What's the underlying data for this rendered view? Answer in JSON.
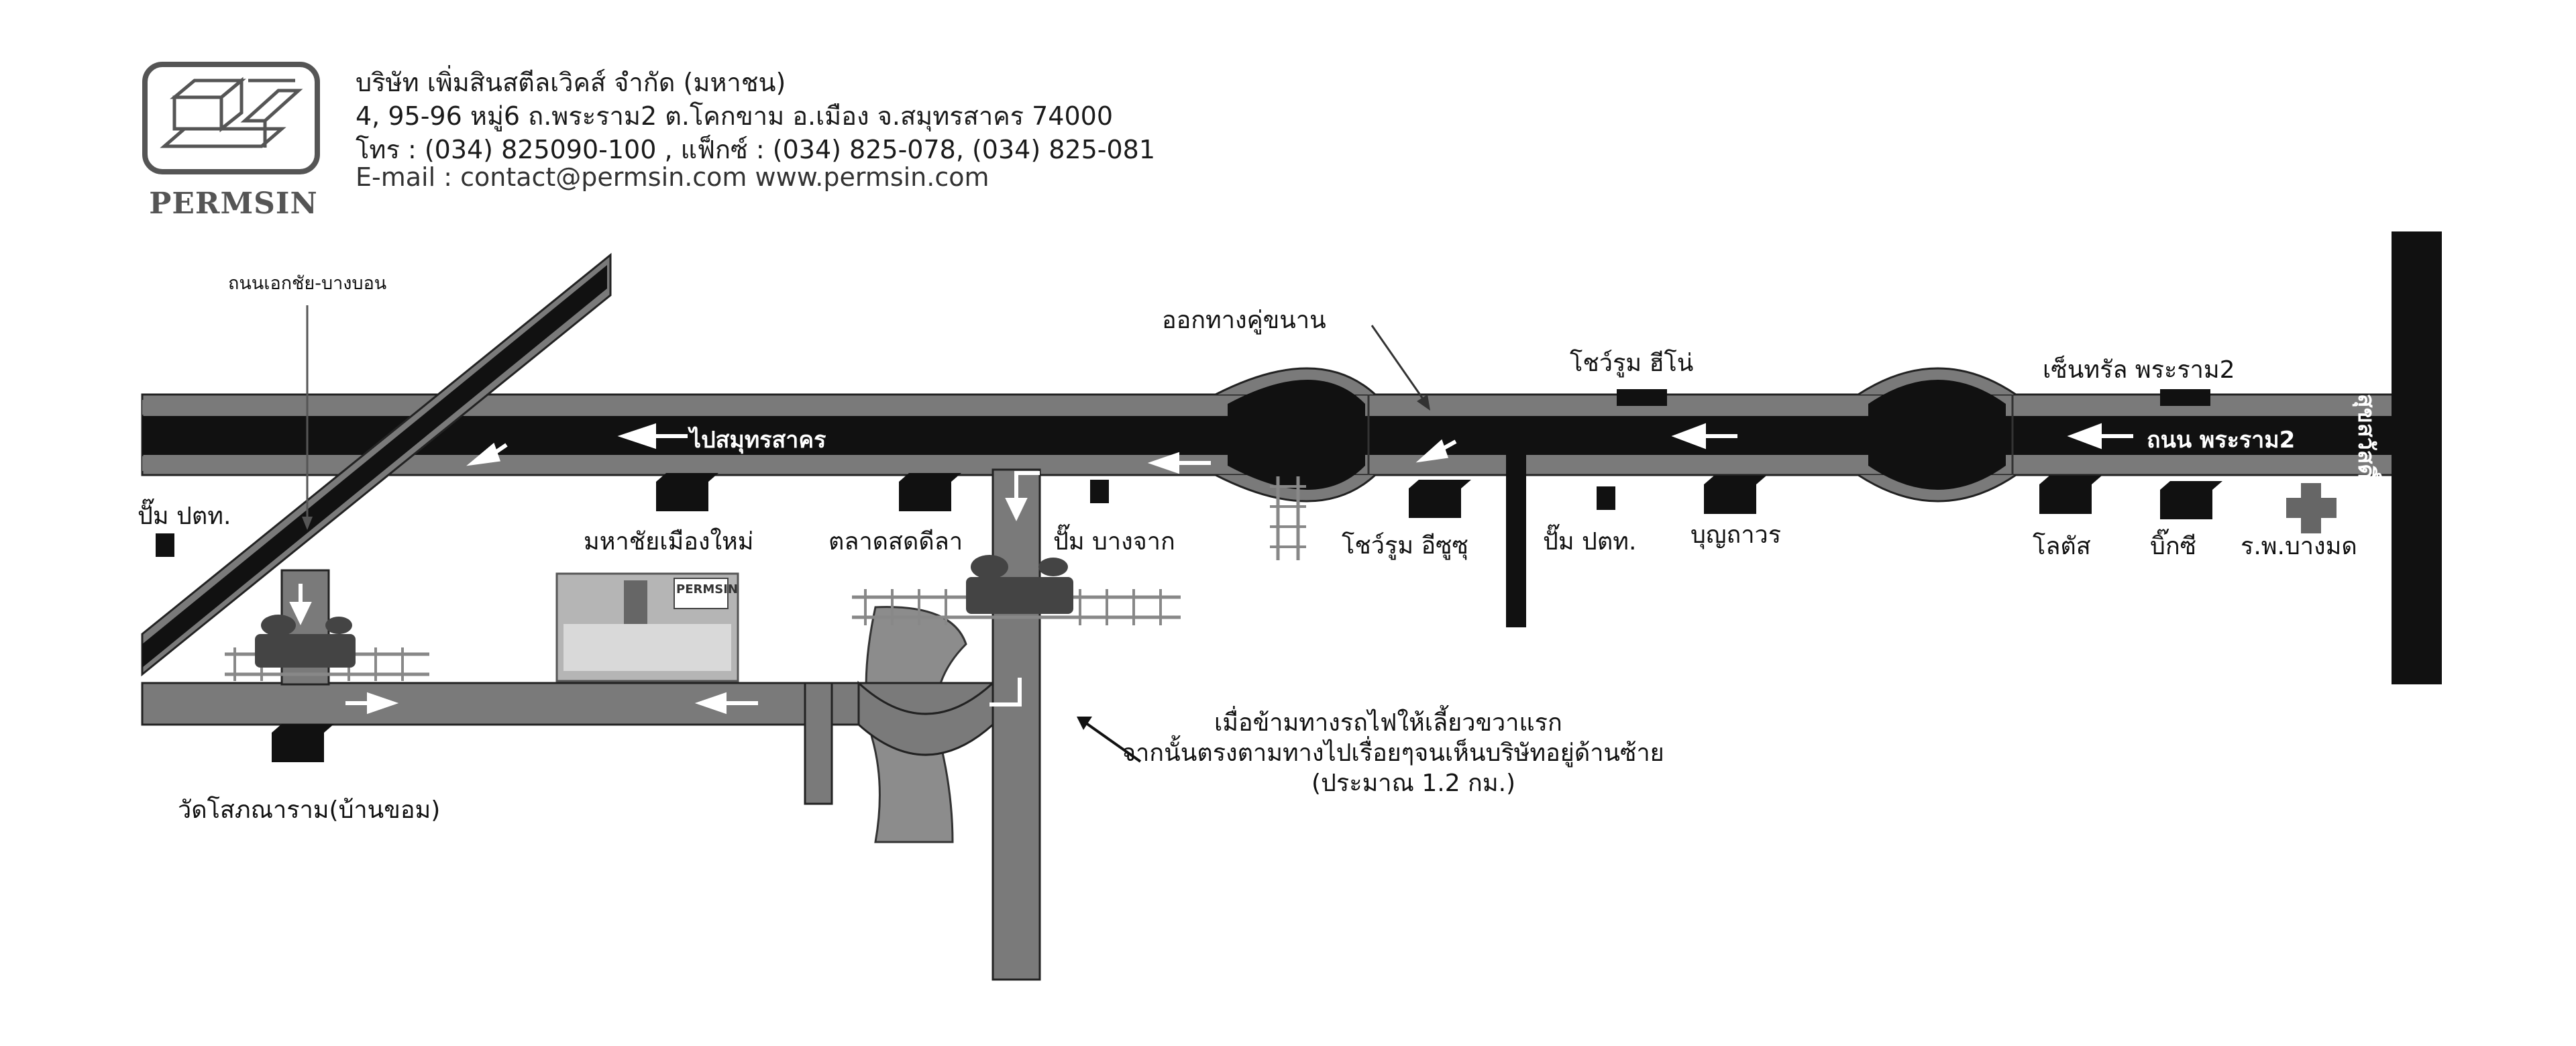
{
  "company": {
    "logo_text": "PERMSIN",
    "name": "บริษัท เพิ่มสินสตีลเวิคส์ จำกัด (มหาชน)",
    "address": "4, 95-96 หมู่6 ถ.พระราม2 ต.โคกขาม อ.เมือง จ.สมุทรสาคร 74000",
    "phone": "โทร : (034) 825090-100 , แฟ็กซ์ : (034) 825-078, (034) 825-081",
    "web": "E-mail : contact@permsin.com    www.permsin.com"
  },
  "map": {
    "roads": {
      "ekachai": "ถนนเอกชัย-บางบอน",
      "to_samut_sakhon": "ไปสมุทรสาคร",
      "rama2": "ถนน พระราม2",
      "suksawat": "ถนน สุขสวัสดิ์"
    },
    "labels": {
      "exit_frontage": "ออกทางคู่ขนาน",
      "pump_ptt_left": "ปั๊ม ปตท.",
      "mahachai_new_city": "มหาชัยเมืองใหม่",
      "talat_sot_deela": "ตลาดสดดีลา",
      "pump_bangchak": "ปั๊ม บางจาก",
      "showroom_isuzu": "โชว์รูม อีซูซุ",
      "pump_ptt_right": "ปั๊ม ปตท.",
      "bunthawon": "บุญถาวร",
      "showroom_hino": "โชว์รูม ฮีโน่",
      "central_rama2": "เซ็นทรัล พระราม2",
      "lotus": "โลตัส",
      "big_c": "บิ๊กซี",
      "bangmod_hospital": "ร.พ.บางมด",
      "wat": "วัดโสภณาราม(บ้านขอม)",
      "direction_1": "เมื่อข้ามทางรถไฟให้เลี้ยวขวาแรก",
      "direction_2": "จากนั้นตรงตามทางไปเรื่อยๆจนเห็นบริษัทอยู่ด้านซ้าย",
      "direction_3": "(ประมาณ 1.2 กม.)",
      "photo_sign": "PERMSIN"
    },
    "colors": {
      "road_black": "#111111",
      "road_gray": "#7a7a7a",
      "river": "#8c8c8c"
    }
  }
}
